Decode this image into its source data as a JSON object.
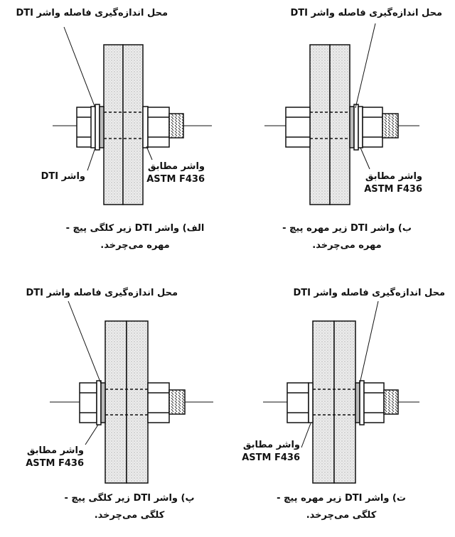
{
  "figures": [
    {
      "top_label": "محل اندازه‌گیری فاصله واشر DTI",
      "left_label": "واشر DTI",
      "right_label_line1": "واشر مطابق",
      "right_label_line2": "ASTM F436",
      "caption_line1": "الف) واشر DTI زیر کلگی پیچ -",
      "caption_line2": "مهره می‌چرخد."
    },
    {
      "top_label": "محل اندازه‌گیری فاصله واشر DTI",
      "right_label_line1": "واشر مطابق",
      "right_label_line2": "ASTM F436",
      "caption_line1": "ب) واشر DTI زیر مهره پیچ -",
      "caption_line2": "مهره می‌چرخد."
    },
    {
      "top_label": "محل اندازه‌گیری فاصله واشر DTI",
      "left_label_line1": "واشر مطابق",
      "left_label_line2": "ASTM F436",
      "caption_line1": "پ) واشر DTI زیر کلگی پیچ -",
      "caption_line2": "کلگی می‌چرخد."
    },
    {
      "top_label": "محل اندازه‌گیری فاصله واشر DTI",
      "left_label_line1": "واشر مطابق",
      "left_label_line2": "ASTM F436",
      "caption_line1": "ت) واشر DTI زیر مهره پیچ -",
      "caption_line2": "کلگی می‌چرخد."
    }
  ]
}
